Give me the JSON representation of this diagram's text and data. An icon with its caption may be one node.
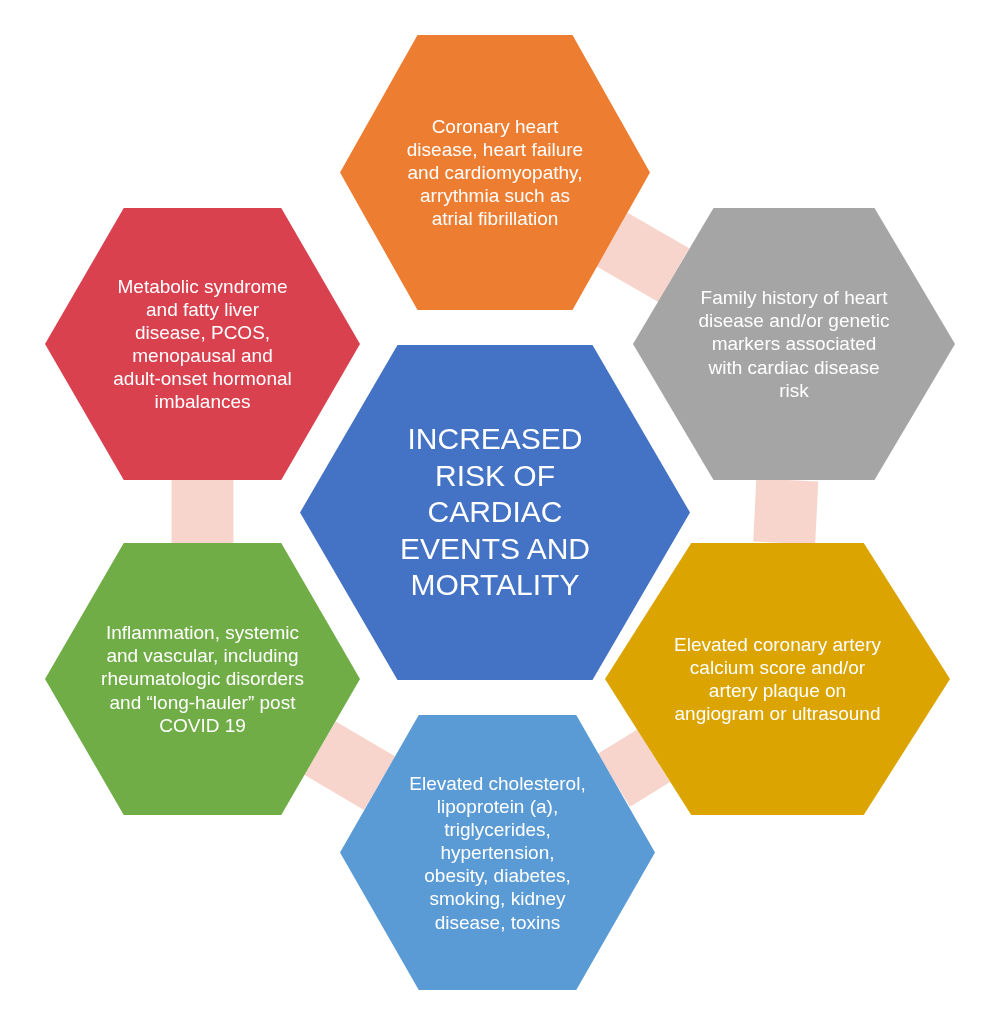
{
  "diagram": {
    "nodes": [
      {
        "text": [
          "Coronary heart disease, heart failure and cardiomyopathy, arrythmia such as atrial fibrillation"
        ]
      },
      {
        "text": [
          "Metabolic syndrome and fatty liver disease, PCOS, menopausal and adult-onset hormonal imbalances"
        ]
      },
      {
        "text": [
          "Family history of heart disease and/or genetic markers associated with cardiac disease risk"
        ]
      },
      {
        "text": [
          "INCREASED RISK OF CARDIAC EVENTS AND MORTALITY"
        ]
      },
      {
        "text": [
          "Inflammation, systemic and vascular, including rheumatologic disorders and “long-hauler” post COVID 19"
        ]
      },
      {
        "text": [
          "Elevated coronary artery calcium score and/or artery plaque on angiogram or ultrasound"
        ]
      },
      {
        "text": [
          "Elevated cholesterol, lipoprotein (a), triglycerides, hypertension, obesity, diabetes, smoking, kidney disease, toxins"
        ]
      }
    ],
    "edges": [
      {
        "from": 0,
        "to": 2,
        "arrow": "none"
      },
      {
        "from": 2,
        "to": 5,
        "arrow": "none"
      },
      {
        "from": 5,
        "to": 6,
        "arrow": "none"
      },
      {
        "from": 6,
        "to": 4,
        "arrow": "none"
      },
      {
        "from": 4,
        "to": 1,
        "arrow": "none"
      }
    ]
  }
}
